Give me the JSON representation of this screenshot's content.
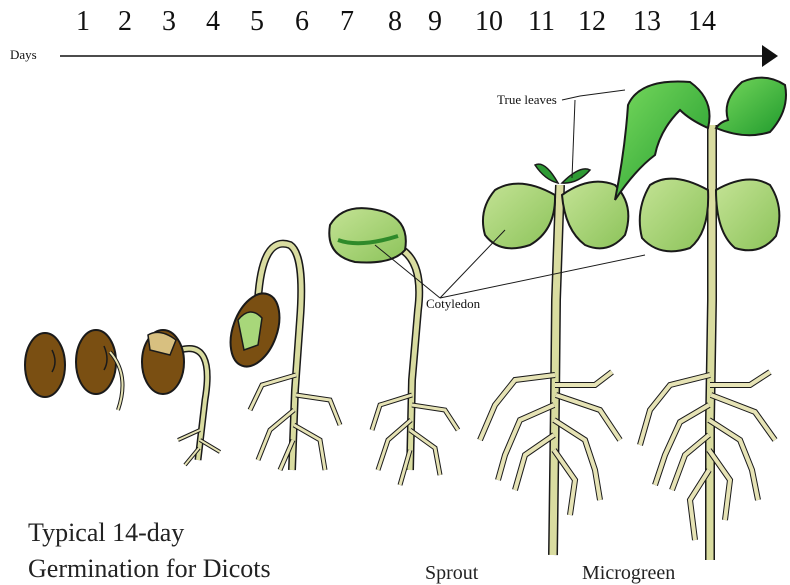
{
  "timeline": {
    "axis_label": "Days",
    "days": [
      "1",
      "2",
      "3",
      "4",
      "5",
      "6",
      "7",
      "8",
      "9",
      "10",
      "11",
      "12",
      "13",
      "14"
    ]
  },
  "labels": {
    "true_leaves": "True leaves",
    "cotyledon": "Cotyledon"
  },
  "caption": {
    "line1": "Typical 14-day",
    "line2": "Germination for Dicots"
  },
  "stages": {
    "sprout": "Sprout",
    "microgreen": "Microgreen"
  },
  "colors": {
    "seed": "#7a4f12",
    "seed_dark": "#5a3908",
    "stem": "#d9dca0",
    "root": "#e6e3b5",
    "cotyledon": "#9fd06a",
    "cotyledon_light": "#b8dc86",
    "true_leaf": "#3fb53a",
    "true_leaf_light": "#6fd35a",
    "outline": "#1a1a1a"
  }
}
